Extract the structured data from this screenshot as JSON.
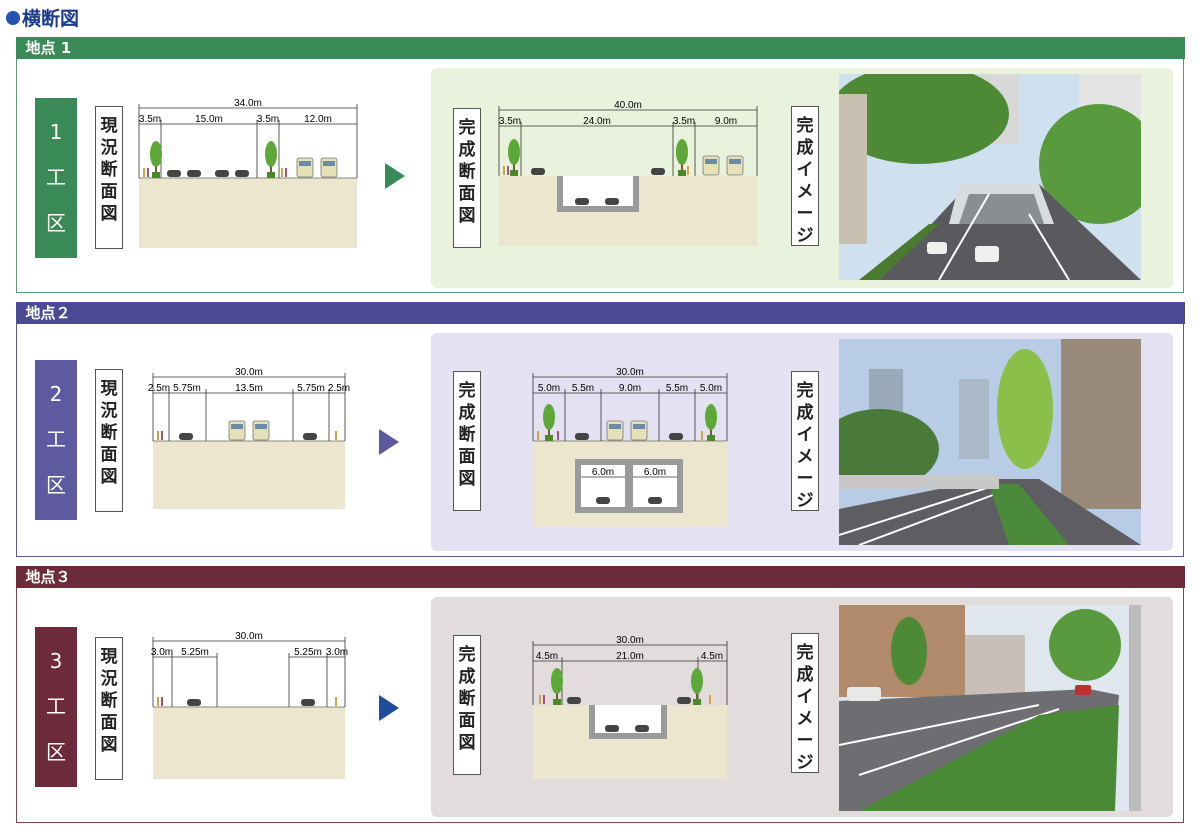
{
  "page_title": "横断図",
  "colors": {
    "title": "#1b3c8c",
    "s1": "#3a8a58",
    "s1_panel": "#e8f2dc",
    "s1_border": "#5b9a70",
    "s2": "#4a4a94",
    "s2_panel": "#e4e2f2",
    "s2_border": "#5a5a9a",
    "s3": "#6c2a3a",
    "s3_panel": "#e3dcdc",
    "s3_border": "#7a4650",
    "ground": "#ece6cf",
    "cut": "#9a9a9a",
    "tree": "#5ea83a"
  },
  "labels": {
    "current": [
      "現",
      "況",
      "断",
      "面",
      "図"
    ],
    "finished": [
      "完",
      "成",
      "断",
      "面",
      "図"
    ],
    "image": [
      "完",
      "成",
      "イ",
      "メ",
      "ー",
      "ジ"
    ]
  },
  "sections": [
    {
      "header": "地点 1",
      "work": [
        "1",
        "工",
        "区"
      ],
      "current": {
        "total": "34.0m",
        "segments": [
          "3.5m",
          "15.0m",
          "3.5m",
          "12.0m"
        ]
      },
      "finished": {
        "total": "40.0m",
        "segments": [
          "3.5m",
          "24.0m",
          "3.5m",
          "9.0m"
        ]
      }
    },
    {
      "header": "地点２",
      "work": [
        "2",
        "工",
        "区"
      ],
      "current": {
        "total": "30.0m",
        "segments": [
          "2.5m",
          "5.75m",
          "13.5m",
          "5.75m",
          "2.5m"
        ]
      },
      "finished": {
        "total": "30.0m",
        "segments": [
          "5.0m",
          "5.5m",
          "9.0m",
          "5.5m",
          "5.0m"
        ],
        "tunnels": [
          "6.0m",
          "6.0m"
        ]
      }
    },
    {
      "header": "地点３",
      "work": [
        "3",
        "工",
        "区"
      ],
      "current": {
        "total": "30.0m",
        "segments": [
          "3.0m",
          "5.25m",
          "5.25m",
          "3.0m"
        ]
      },
      "finished": {
        "total": "30.0m",
        "segments": [
          "4.5m",
          "21.0m",
          "4.5m"
        ]
      }
    }
  ]
}
